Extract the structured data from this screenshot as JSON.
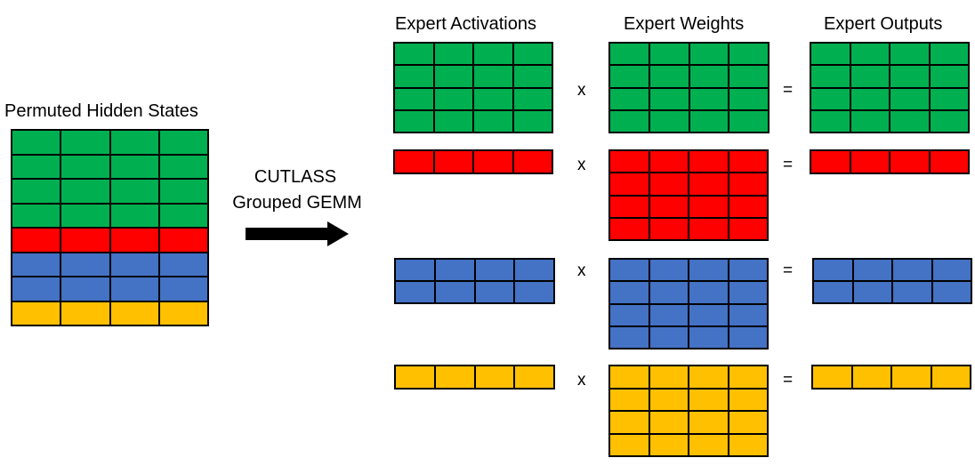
{
  "colors": {
    "green": "#00B050",
    "red": "#FF0000",
    "blue": "#4472C4",
    "yellow": "#FFC000"
  },
  "labels": {
    "permuted_hidden_states": "Permuted Hidden States",
    "cutlass_line1": "CUTLASS",
    "cutlass_line2": "Grouped GEMM",
    "expert_activations": "Expert Activations",
    "expert_weights": "Expert Weights",
    "expert_outputs": "Expert Outputs",
    "times": "x",
    "equals": "="
  },
  "permuted_rows": [
    "green",
    "green",
    "green",
    "green",
    "red",
    "blue",
    "blue",
    "yellow"
  ],
  "experts": [
    {
      "color": "green",
      "activation_rows": 4,
      "weight_rows": 4,
      "output_rows": 4
    },
    {
      "color": "red",
      "activation_rows": 1,
      "weight_rows": 4,
      "output_rows": 1
    },
    {
      "color": "blue",
      "activation_rows": 2,
      "weight_rows": 4,
      "output_rows": 2
    },
    {
      "color": "yellow",
      "activation_rows": 1,
      "weight_rows": 4,
      "output_rows": 1
    }
  ],
  "columns": 4
}
